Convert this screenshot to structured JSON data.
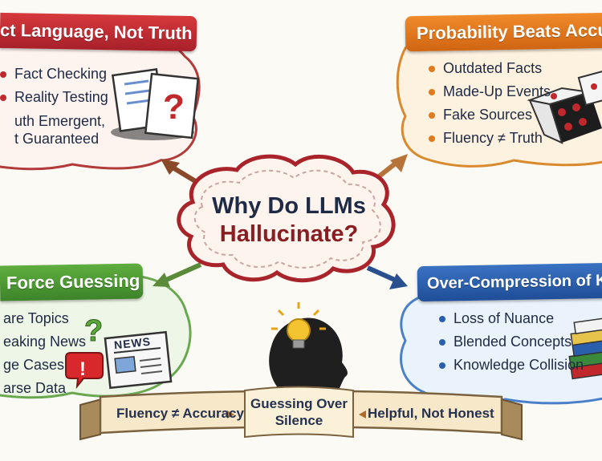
{
  "center": {
    "line1": "Why Do LLMs",
    "line2": "Hallucinate?"
  },
  "panels": {
    "top_left": {
      "title": "ct Language, Not Truth",
      "items": [
        "Fact Checking",
        "Reality Testing",
        "uth Emergent,",
        "t Guaranteed"
      ]
    },
    "top_right": {
      "title": "Probability Beats Accur",
      "items": [
        "Outdated Facts",
        "Made-Up Events",
        "Fake Sources",
        "Fluency ≠ Truth"
      ]
    },
    "bottom_left": {
      "title": "Force Guessing",
      "items": [
        "are Topics",
        "eaking News",
        "ge Cases",
        "arse Data"
      ],
      "news_label": "NEWS"
    },
    "bottom_right": {
      "title": "Over-Compression of Know",
      "items": [
        "Loss of Nuance",
        "Blended Concepts",
        "Knowledge Collision"
      ]
    }
  },
  "banner": {
    "left": "Fluency ≠ Accuracy",
    "center_line1": "Guessing Over",
    "center_line2": "Silence",
    "right": "Helpful, Not Honest"
  },
  "colors": {
    "red": "#c0282c",
    "orange": "#e07a1f",
    "green": "#4f9a34",
    "blue": "#2a5fae",
    "navy": "#1f2a44",
    "maroon": "#8a1d22"
  },
  "icons": [
    "document-question-icon",
    "dice-icon",
    "newspaper-icon",
    "question-mark-icon",
    "exclamation-icon",
    "books-icon",
    "head-lightbulb-icon"
  ]
}
